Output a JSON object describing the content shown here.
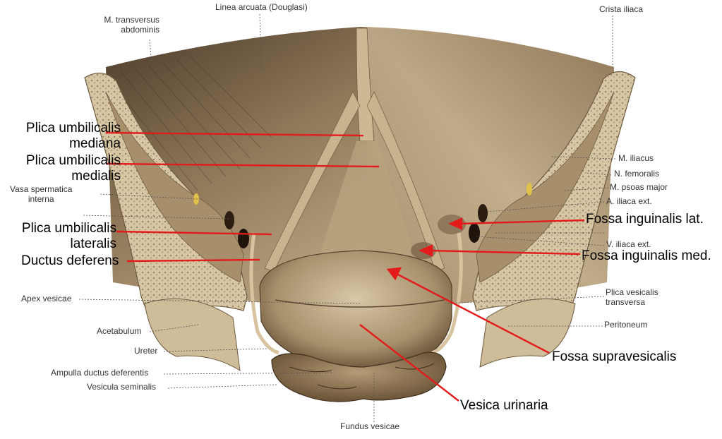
{
  "labels_small": {
    "transversus_1": "M. transversus",
    "transversus_2": "abdominis",
    "linea_arcuata": "Linea arcuata (Douglasi)",
    "crista_iliaca": "Crista iliaca",
    "vasa_1": "Vasa spermatica",
    "vasa_2": "interna",
    "m_iliacus": "M. iliacus",
    "n_femoralis": "N. femoralis",
    "m_psoas": "M. psoas major",
    "a_iliaca": "A. iliaca ext.",
    "v_iliaca": "V. iliaca ext.",
    "apex": "Apex vesicae",
    "plica_vesicalis_1": "Plica vesicalis",
    "plica_vesicalis_2": "transversa",
    "acetabulum": "Acetabulum",
    "peritoneum": "Peritoneum",
    "ureter": "Ureter",
    "ampulla": "Ampulla ductus deferentis",
    "vesicula": "Vesicula seminalis",
    "fundus": "Fundus vesicae"
  },
  "labels_big": {
    "mediana_1": "Plica umbilicalis",
    "mediana_2": "mediana",
    "medialis_1": "Plica umbilicalis",
    "medialis_2": "medialis",
    "lateralis_1": "Plica umbilicalis",
    "lateralis_2": "lateralis",
    "ductus": "Ductus deferens",
    "fossa_lat": "Fossa inguinalis lat.",
    "fossa_med": "Fossa inguinalis med.",
    "fossa_supra": "Fossa supravesicalis",
    "vesica": "Vesica urinaria"
  },
  "colors": {
    "pointer_red": "#e31b1b",
    "leader_gray": "#555555",
    "tissue_light": "#c9b596",
    "tissue_mid": "#a8916d",
    "tissue_dark": "#5e4a33",
    "bone": "#d8c9a8"
  }
}
